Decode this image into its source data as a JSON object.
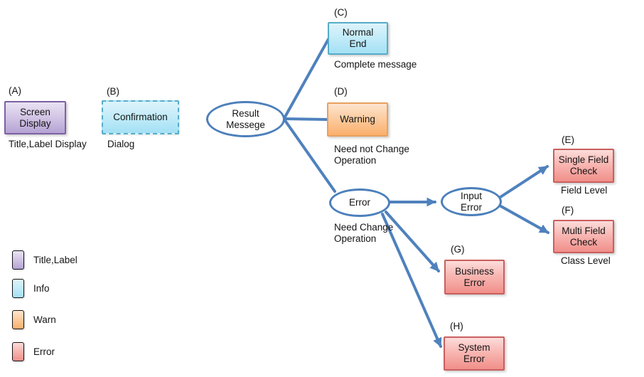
{
  "palette": {
    "connector_blue": "#4f81bd",
    "purple_fill_top": "#e9e3f3",
    "purple_fill_bottom": "#b5a3d4",
    "purple_border": "#7e61a3",
    "cyan_fill_top": "#ddf3fb",
    "cyan_fill_bottom": "#a3e0f4",
    "cyan_border": "#55acc8",
    "orange_fill_top": "#fde5cf",
    "orange_fill_bottom": "#faaf6d",
    "orange_border": "#e9a05e",
    "red_fill_top": "#fcdcda",
    "red_fill_bottom": "#f18f8a",
    "red_border": "#c95f5e"
  },
  "nodes": [
    {
      "tag": "(A)",
      "label": "Screen\nDisplay",
      "caption": "Title,Label Display",
      "color": "purple"
    },
    {
      "tag": "(B)",
      "label": "Confirmation",
      "caption": "Dialog",
      "color": "cyan"
    },
    {
      "tag": "(C)",
      "label": "Normal\nEnd",
      "caption": "Complete message",
      "color": "cyan"
    },
    {
      "tag": "(D)",
      "label": "Warning",
      "caption": "Need not Change\nOperation",
      "color": "orange"
    },
    {
      "tag": "(E)",
      "label": "Single Field\nCheck",
      "caption": "Field Level",
      "color": "red"
    },
    {
      "tag": "(F)",
      "label": "Multi Field\nCheck",
      "caption": "Class Level",
      "color": "red"
    },
    {
      "tag": "(G)",
      "label": "Business\nError",
      "caption": "",
      "color": "red"
    },
    {
      "tag": "(H)",
      "label": "System\nError",
      "caption": "",
      "color": "red"
    }
  ],
  "ovals": [
    {
      "label": "Result\nMessege"
    },
    {
      "label": "Error",
      "caption": "Need Change\nOperation"
    },
    {
      "label": "Input\nError"
    }
  ],
  "legend": [
    {
      "label": "Title,Label",
      "color": "purple"
    },
    {
      "label": "Info",
      "color": "cyan"
    },
    {
      "label": "Warn",
      "color": "orange"
    },
    {
      "label": "Error",
      "color": "red"
    }
  ]
}
